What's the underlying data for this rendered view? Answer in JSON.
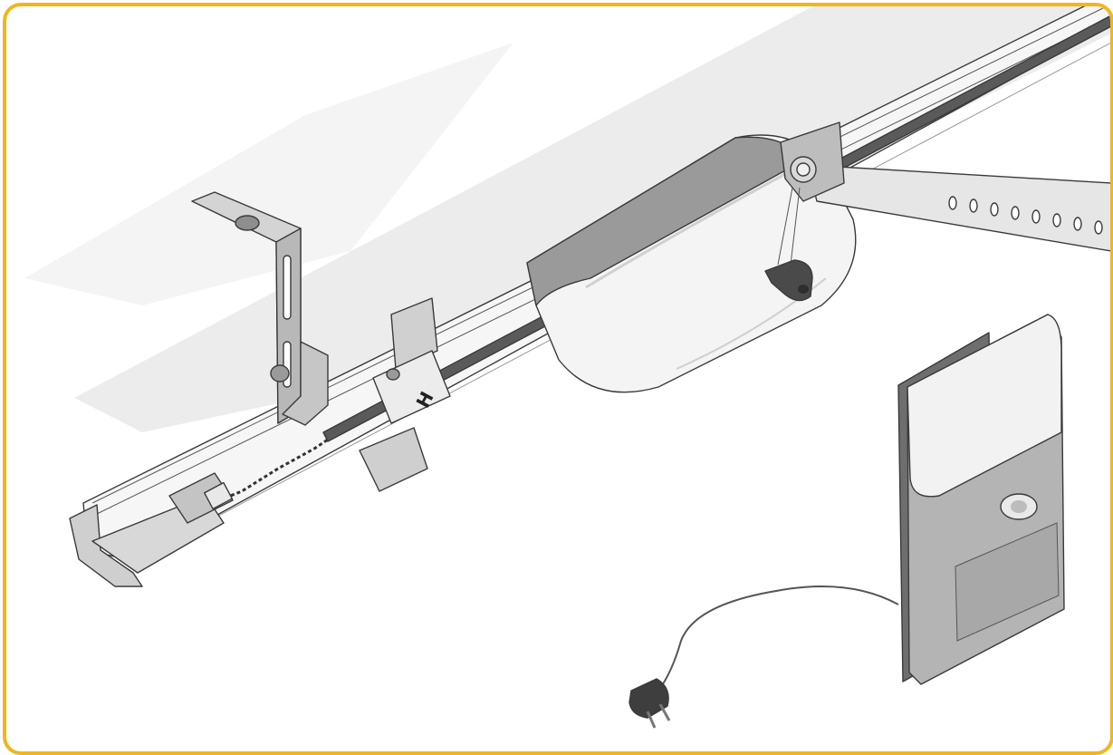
{
  "rail_label": "H",
  "colors": {
    "frame": "#f2b61c",
    "ceiling_shadow": "#ececec",
    "metal": "#bfbfbf",
    "housing": "#f4f4f4",
    "dark": "#4a4a4a"
  },
  "components": [
    "ceiling-rail",
    "drive-chain",
    "ceiling-bracket",
    "rail-clamp-bracket",
    "motor-housing",
    "door-connecting-arm",
    "emergency-release-cord",
    "control-unit",
    "power-cable",
    "power-plug"
  ]
}
